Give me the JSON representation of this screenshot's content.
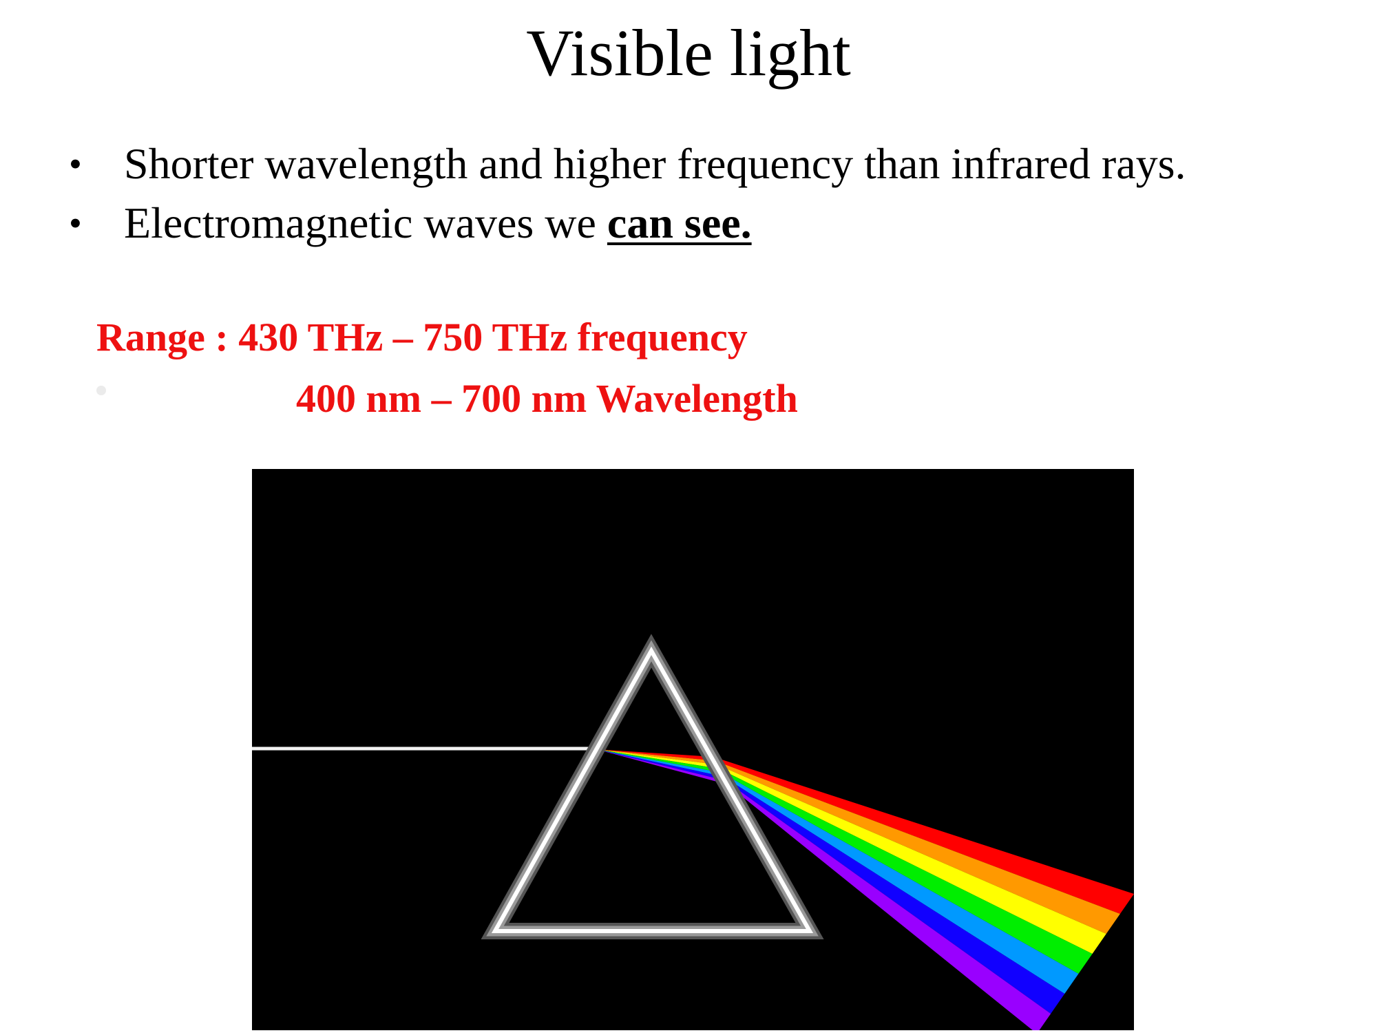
{
  "slide": {
    "title": "Visible light",
    "bullets": [
      {
        "text": "Shorter wavelength and higher frequency than infrared rays."
      },
      {
        "text_before": "Electromagnetic waves we ",
        "emphasis": "can see."
      }
    ],
    "range": {
      "frequency_line": "Range : 430 THz – 750 THz frequency",
      "wavelength_line": "400 nm – 700 nm Wavelength",
      "color": "#ee1111"
    },
    "figure": {
      "background": "#000000",
      "spectrum_colors": [
        "#ff0000",
        "#ff9900",
        "#ffff00",
        "#00ee00",
        "#0099ff",
        "#1100ff",
        "#9900ff"
      ]
    }
  }
}
